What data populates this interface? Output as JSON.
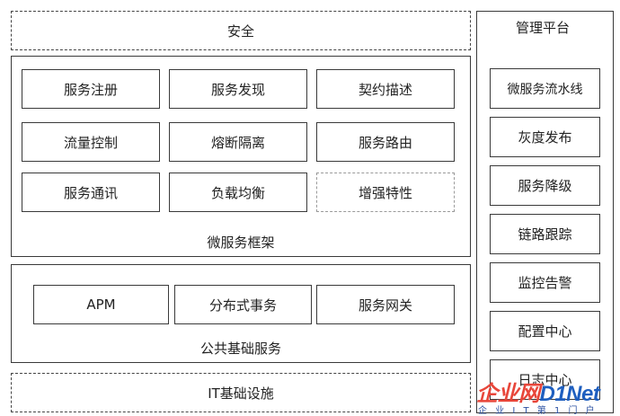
{
  "security": "安全",
  "microservice_framework": {
    "caption": "微服务框架",
    "rows": [
      [
        "服务注册",
        "服务发现",
        "契约描述"
      ],
      [
        "流量控制",
        "熔断隔离",
        "服务路由"
      ],
      [
        "服务通讯",
        "负载均衡",
        "增强特性"
      ]
    ]
  },
  "public_services": {
    "caption": "公共基础服务",
    "items": [
      "APM",
      "分布式事务",
      "服务网关"
    ]
  },
  "it_infrastructure": "IT基础设施",
  "management_platform": {
    "title": "管理平台",
    "items": [
      "微服务流水线",
      "灰度发布",
      "服务降级",
      "链路跟踪",
      "监控告警",
      "配置中心",
      "日志中心"
    ]
  },
  "watermark": {
    "main_part1": "企业网",
    "main_part2": "D1Net",
    "sub": "企 业 I T 第 1 门 户"
  }
}
